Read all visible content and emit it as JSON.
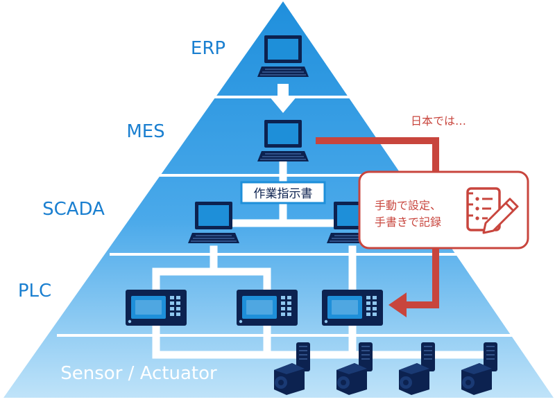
{
  "levels": [
    {
      "id": "erp",
      "label": "ERP"
    },
    {
      "id": "mes",
      "label": "MES"
    },
    {
      "id": "scada",
      "label": "SCADA"
    },
    {
      "id": "plc",
      "label": "PLC"
    },
    {
      "id": "sensor",
      "label": "Sensor / Actuator"
    }
  ],
  "work_instruction_label": "作業指示書",
  "callout": {
    "header": "日本では…",
    "line1": "手動で設定、",
    "line2": "手書きで記録"
  },
  "colors": {
    "pyramid_top": "#1f8fdc",
    "pyramid_bottom": "#bfe3f9",
    "device_dark": "#0c2250",
    "label_blue": "#1a7fd0",
    "accent_red": "#c8453d",
    "wire_white": "#ffffff"
  },
  "icons": {
    "computer": "desktop-computer-icon",
    "plc": "plc-controller-icon",
    "actuator": "servo-motor-icon",
    "notepad": "notepad-pencil-icon",
    "arrow": "down-arrow-icon"
  }
}
